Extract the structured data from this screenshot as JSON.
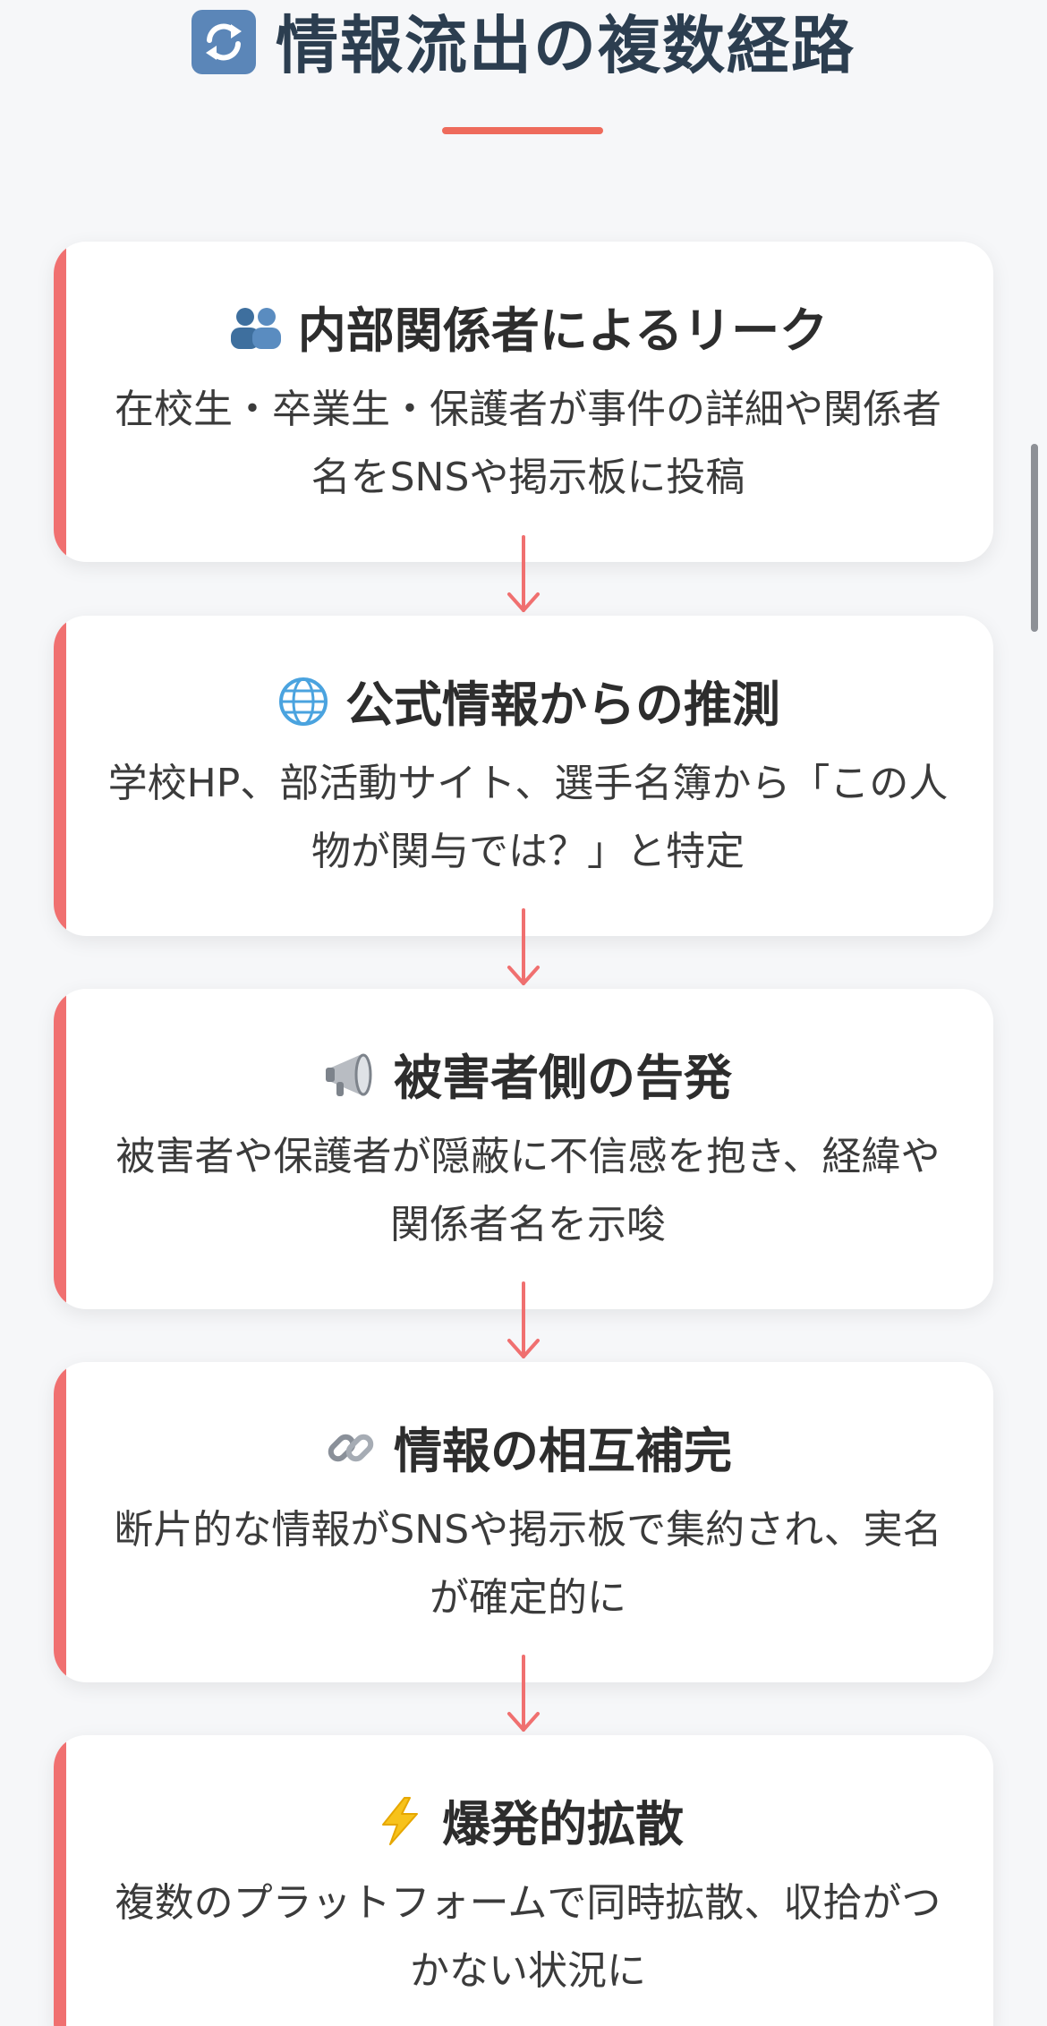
{
  "header": {
    "title": "情報流出の複数経路",
    "icon": "repeat-arrows-icon"
  },
  "colors": {
    "accent": "#f07070",
    "underline": "#ee6b5c",
    "title": "#2c3e50",
    "background": "#f6f7f9"
  },
  "steps": [
    {
      "icon": "people-icon",
      "heading": "内部関係者によるリーク",
      "text": "在校生・卒業生・保護者が事件の詳細や関係者名をSNSや掲示板に投稿"
    },
    {
      "icon": "globe-icon",
      "heading": "公式情報からの推測",
      "text": "学校HP、部活動サイト、選手名簿から「この人物が関与では？」と特定"
    },
    {
      "icon": "megaphone-icon",
      "heading": "被害者側の告発",
      "text": "被害者や保護者が隠蔽に不信感を抱き、経緯や関係者名を示唆"
    },
    {
      "icon": "link-icon",
      "heading": "情報の相互補完",
      "text": "断片的な情報がSNSや掲示板で集約され、実名が確定的に"
    },
    {
      "icon": "lightning-icon",
      "heading": "爆発的拡散",
      "text": "複数のプラットフォームで同時拡散、収拾がつかない状況に"
    }
  ]
}
